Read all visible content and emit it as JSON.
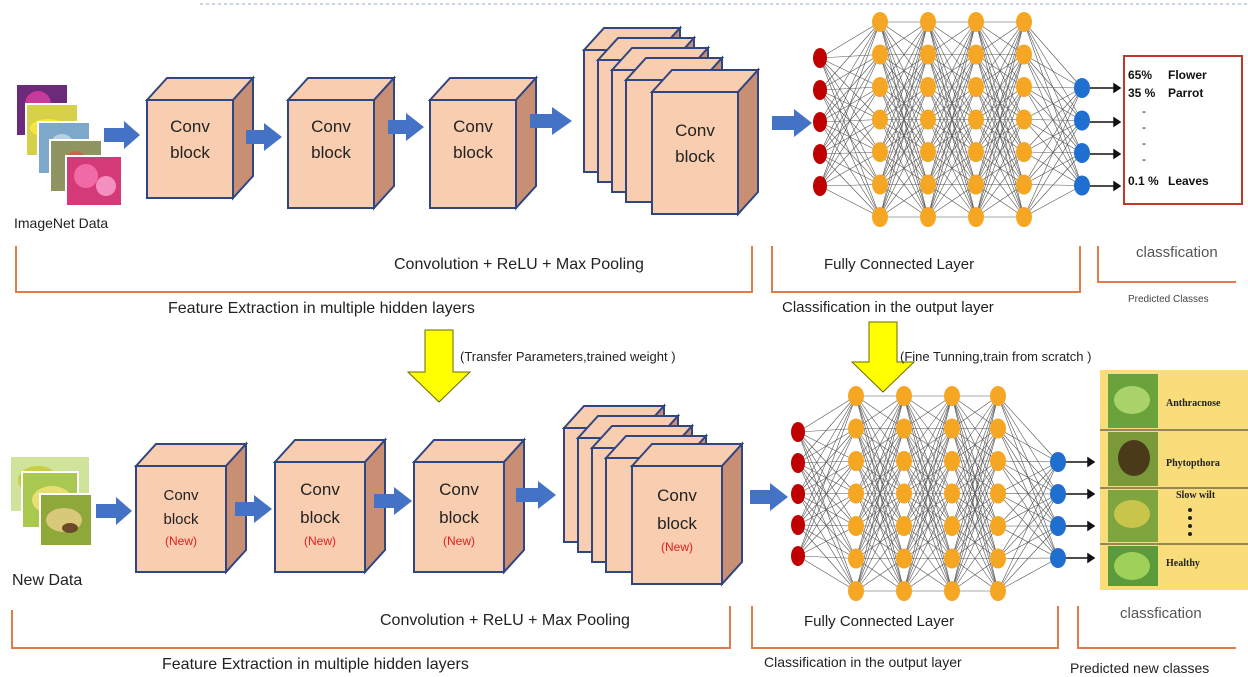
{
  "top": {
    "source_label": "ImageNet Data",
    "conv_blocks": [
      "Conv\nblock",
      "Conv\nblock",
      "Conv\nblock",
      "Conv\nblock"
    ],
    "conv_caption": "Convolution + ReLU + Max Pooling",
    "fc_caption": "Fully Connected Layer",
    "class_caption": "classfication",
    "feature_caption": "Feature Extraction in multiple hidden layers",
    "output_caption": "Classification in the output layer",
    "predicted_caption": "Predicted Classes",
    "predictions": [
      {
        "value": "65%",
        "label": "Flower"
      },
      {
        "value": "35 %",
        "label": "Parrot"
      },
      {
        "value": "0.1 %",
        "label": "Leaves"
      }
    ],
    "ellipsis": [
      "-",
      "-",
      "-",
      "-"
    ]
  },
  "transfer": {
    "left_note": "(Transfer Parameters,trained weight )",
    "right_note": "(Fine Tunning,train from scratch )",
    "arrow_color": "#ffff00"
  },
  "bottom": {
    "source_label": "New Data",
    "conv_label": "Conv",
    "block_label": "block",
    "new_tag": "(New)",
    "conv_caption": "Convolution + ReLU + Max Pooling",
    "fc_caption": "Fully Connected Layer",
    "class_caption": "classfication",
    "feature_caption": "Feature Extraction in multiple hidden layers",
    "output_caption": "Classification in the output layer",
    "predicted_caption": "Predicted new classes",
    "classes": [
      "Anthracnose",
      "Phytopthora",
      "Slow wilt",
      "Healthy"
    ]
  },
  "colors": {
    "block_front": "#f9cdb0",
    "block_side": "#c98f74",
    "block_edge": "#2f4680",
    "arrow_blue": "#4472c4",
    "neuron_red": "#c00000",
    "neuron_orange": "#f5a623",
    "neuron_blue": "#1f6fd0",
    "bracket": "#e07b4a",
    "new_tag": "#e02020",
    "class_panel": "#f9dd7a"
  }
}
